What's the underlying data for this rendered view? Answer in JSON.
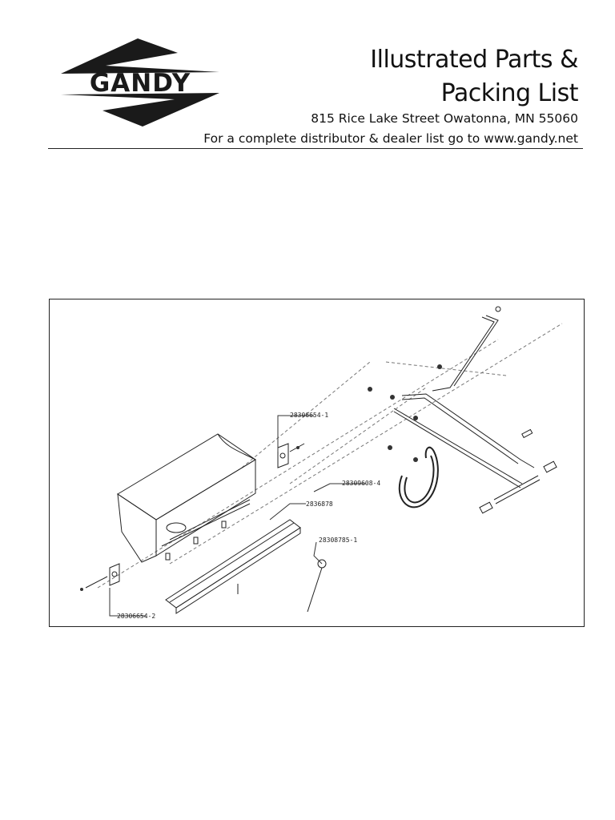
{
  "header": {
    "brand": "GANDY",
    "title_line1": "Illustrated Parts &",
    "title_line2": "Packing List",
    "address": "815 Rice Lake Street Owatonna, MN 55060",
    "dealer_note": "For a complete distributor & dealer list go to www.gandy.net"
  },
  "diagram": {
    "part_labels": [
      "28306654-1",
      "28309608-4",
      "2836878",
      "28308785-1",
      "28306654-2"
    ]
  }
}
